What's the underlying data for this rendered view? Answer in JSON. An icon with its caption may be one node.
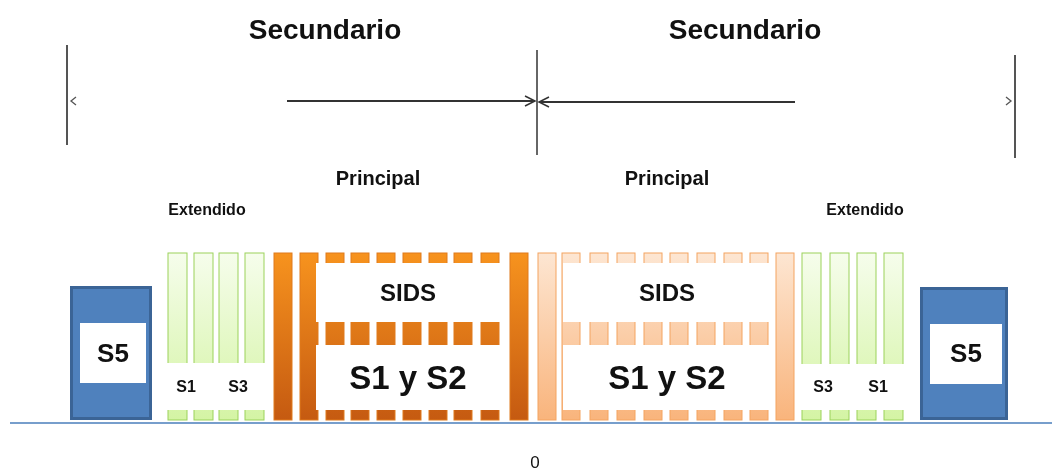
{
  "diagram": {
    "nodes": [
      {
        "text": [
          "S5"
        ]
      },
      {
        "text": [
          "SIDS"
        ]
      },
      {
        "text": [
          "S1 y S2"
        ]
      },
      {
        "text": [
          "SIDS"
        ]
      },
      {
        "text": [
          "S1 y S2"
        ]
      },
      {
        "text": [
          "S5"
        ]
      }
    ],
    "labels": [
      "Secundario",
      "Secundario",
      "Principal",
      "Principal",
      "Extendido",
      "Extendido",
      "S1",
      "S3",
      "S3",
      "S1",
      "0"
    ]
  }
}
